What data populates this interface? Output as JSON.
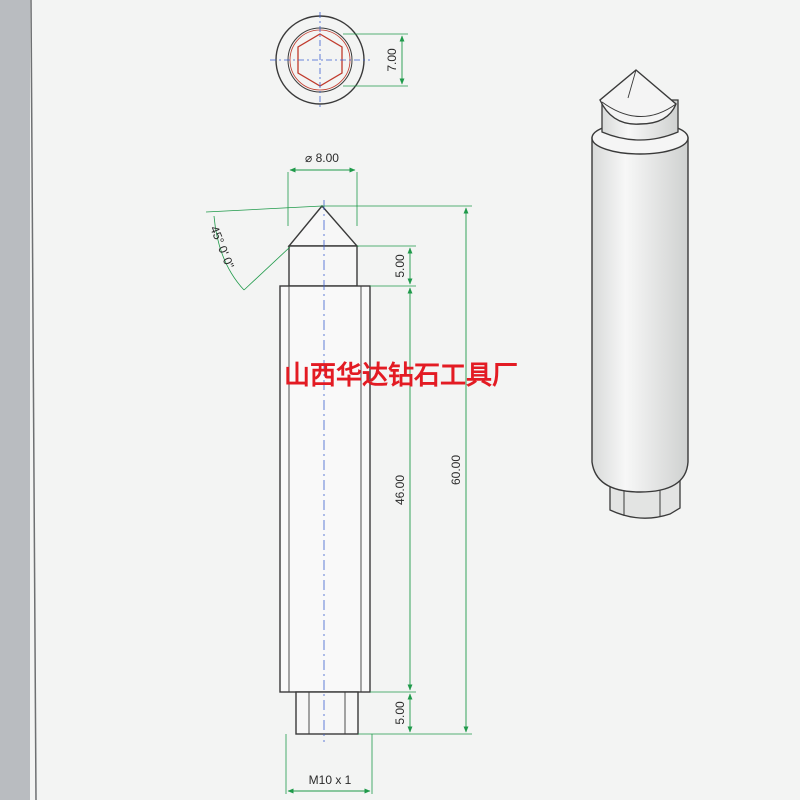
{
  "colors": {
    "paper": "#f3f4f3",
    "outline": "#3a3a3a",
    "dimension": "#1f9a4a",
    "centerline": "#3b5fd0",
    "hex": "#c0392b",
    "watermark": "#e31b23"
  },
  "dimensions": {
    "hex_across_flats": "7.00",
    "diameter": "⌀ 8.00",
    "tip_angle": "45° 0' 0\"",
    "tip_length": "5.00",
    "body_length": "46.00",
    "total_length": "60.00",
    "thread_length": "5.00",
    "thread_spec": "M10 x 1"
  },
  "watermark": {
    "text": "山西华达钻石工具厂"
  }
}
